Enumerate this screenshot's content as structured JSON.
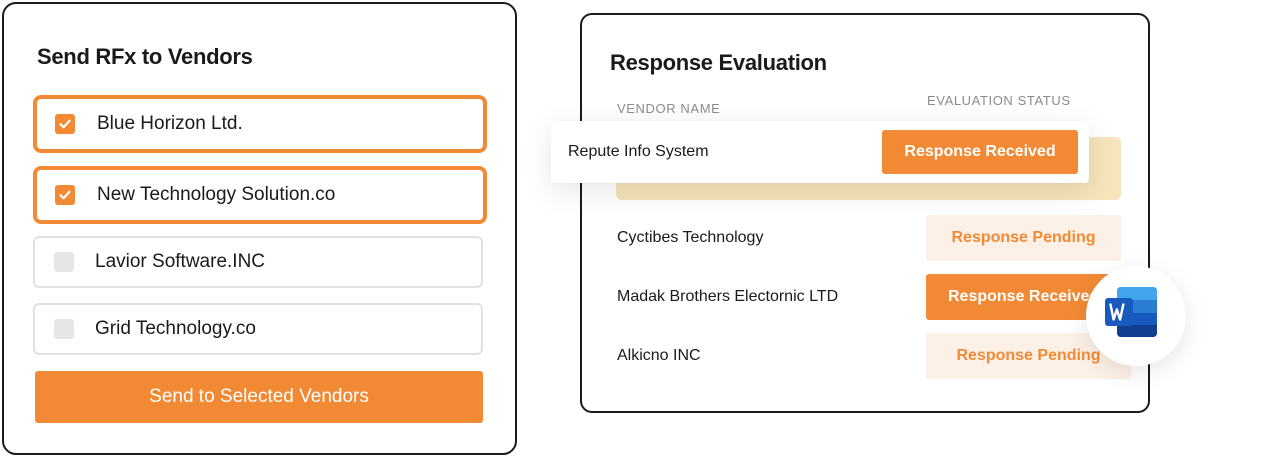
{
  "send_card": {
    "title": "Send RFx to Vendors",
    "vendors": [
      {
        "label": "Blue Horizon Ltd.",
        "checked": true
      },
      {
        "label": "New Technology Solution.co",
        "checked": true
      },
      {
        "label": "Lavior Software.INC",
        "checked": false
      },
      {
        "label": "Grid Technology.co",
        "checked": false
      }
    ],
    "button_label": "Send to Selected Vendors"
  },
  "evaluation_card": {
    "title": "Response Evaluation",
    "column_vendor": "VENDOR NAME",
    "column_status": "EVALUATION STATUS",
    "rows": [
      {
        "vendor": "Repute Info System",
        "status": "Response Received"
      },
      {
        "vendor": "Cyctibes Technology",
        "status": "Response Pending"
      },
      {
        "vendor": "Madak Brothers Electornic  LTD",
        "status": "Response Received"
      },
      {
        "vendor": "Alkicno INC",
        "status": "Response Pending"
      }
    ]
  },
  "icons": {
    "checkbox_checked": "check-icon",
    "word_app": "microsoft-word-icon"
  },
  "colors": {
    "accent": "#f28a35",
    "pending_bg": "#fdf0e6",
    "highlight": "#f4dfae"
  }
}
